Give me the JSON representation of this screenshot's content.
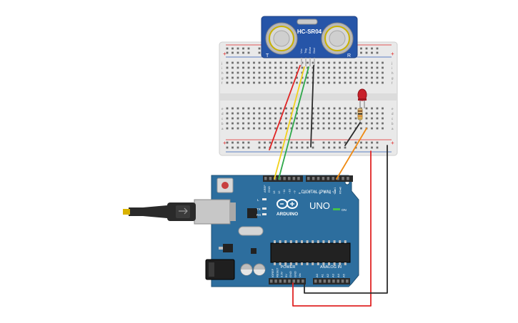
{
  "sensor": {
    "model": "HC-SR04",
    "left_mark": "T",
    "right_mark": "R",
    "pins": [
      "Vcc",
      "Trig",
      "Echo",
      "Gnd"
    ]
  },
  "breadboard": {
    "rows_top": [
      "j",
      "i",
      "h",
      "g",
      "f"
    ],
    "rows_bottom": [
      "e",
      "d",
      "c",
      "b",
      "a"
    ],
    "plus_sign": "+",
    "minus_sign": "−"
  },
  "arduino": {
    "brand": "ARDUINO",
    "model": "UNO",
    "on_label": "ON",
    "l_label": "L",
    "tx_label": "TX",
    "rx_label": "RX",
    "digital_label": "DIGITAL (PWM ~)",
    "power_label": "POWER",
    "analog_label": "ANALOG IN",
    "aref_label": "AREF",
    "gnd_label": "GND",
    "digital_pins": [
      "13",
      "12",
      "~11",
      "~10",
      "~9",
      "8",
      "7",
      "~6",
      "~5",
      "4",
      "~3",
      "2",
      "TX▸1",
      "RX◂0"
    ],
    "power_pins": [
      "IOREF",
      "RESET",
      "3.3V",
      "5V",
      "GND",
      "GND",
      "Vin"
    ],
    "analog_pins": [
      "A0",
      "A1",
      "A2",
      "A3",
      "A4",
      "A5"
    ]
  },
  "colors": {
    "wire_red": "#e02424",
    "wire_yellow": "#f2d21b",
    "wire_green": "#2fa84a",
    "wire_black": "#2b2b2b",
    "wire_orange": "#ef8a12",
    "board_blue": "#2d6e9e",
    "sensor_blue": "#2655a8",
    "led_red": "#c8202a"
  }
}
